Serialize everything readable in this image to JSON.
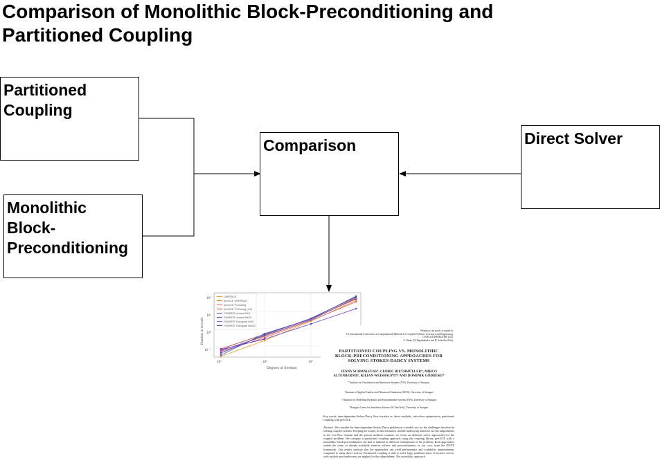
{
  "title": "Comparison of Monolithic Block-Preconditioning and Partitioned Coupling",
  "nodes": {
    "partitioned": "Partitioned Coupling",
    "monolithic": "Monolithic Block-Preconditioning",
    "comparison": "Comparison",
    "direct": "Direct Solver"
  },
  "edges": [
    {
      "from": "partitioned",
      "to": "comparison"
    },
    {
      "from": "monolithic",
      "to": "comparison"
    },
    {
      "from": "direct",
      "to": "comparison"
    },
    {
      "from": "comparison",
      "to": "paper-thumbnail"
    }
  ],
  "thumbnail_plot": {
    "legend": [
      "UMFPACK",
      "preCICE UMFPACK",
      "preCICE PCG/amg",
      "preCICE PCG/amg (3.0)",
      "FGMRES Uzawa AMG",
      "FGMRES Uzawa AMG2",
      "FGMRES Triangular AMG",
      "FGMRES Triangular AMG2"
    ],
    "xlabel": "Degrees of freedom",
    "ylabel": "Runtime in seconds",
    "x_ticks": [
      "10⁵",
      "10⁶",
      "10⁷"
    ],
    "y_ticks": [
      "10²",
      "10¹",
      "10⁰",
      "10⁻¹"
    ],
    "series_colors": [
      "#f0a030",
      "#d07020",
      "#e06060",
      "#b04040",
      "#7040c0",
      "#4060d0",
      "#9060e0",
      "#5050a0"
    ]
  },
  "paper": {
    "meta_line1": "Preprint of an article accepted in",
    "meta_line2": "IX International Conference on Computational Methods for Coupled Problems in Science and Engineering",
    "meta_line3": "COUPLED PROBLEMS 2021",
    "meta_line4": "E. Oñate, M. Papadrakakis and B. Schrefler (Eds)",
    "title_line1": "PARTITIONED COUPLING VS. MONOLITHIC",
    "title_line2": "BLOCK-PRECONDITIONING APPROACHES FOR",
    "title_line3": "SOLVING STOKES-DARCY SYSTEMS",
    "authors_line1": "JENNY SCHMALFUSS*, CEDRIC RIETHMÜLLER*, MIRCO",
    "authors_line2": "ALTENBERND†, KILIAN WEISHAUPT†† AND DOMINIK GÖDDEKE*",
    "aff1": "*Institute for Visualization and Interactive Systems (VIS), University of Stuttgart",
    "aff2": "†Institute of Applied Analysis and Numerical Simulation (IANS), University of Stuttgart",
    "aff3": "††Institute for Modelling Hydraulic and Environmental Systems (IWS), University of Stuttgart",
    "aff4": "*Stuttgart Center for Simulation Science (SC SimTech), University of Stuttgart",
    "keywords": "Key words: time-dependent Stokes-Darcy flow, iterative vs. direct methods, sub-solver optimization, partitioned coupling with preCICE",
    "abstract": "Abstract. We consider the time-dependent Stokes-Darcy problem as a model case for the challenges involved in solving coupled systems. Keeping the model, its discretization, and the underlying numerics for the subproblems in the free-flow domain and the porous medium constant, we focus on different solver approaches for the coupled problem. We compare a partitioned coupling approach using the coupling library preCICE with a monolithic block-preconditioned one that is tailored to different formulations of the problem. Both approaches enable the reuse of already available iterative solvers and preconditioners, in our case, from the DUNE framework. Our results indicate that the approaches can yield performance and scalability improvements compared to using direct solvers. Partitioned coupling is able to solve large problems faster if iterative solvers with suitable preconditioners are applied for the subproblems. The monolithic approach"
  }
}
